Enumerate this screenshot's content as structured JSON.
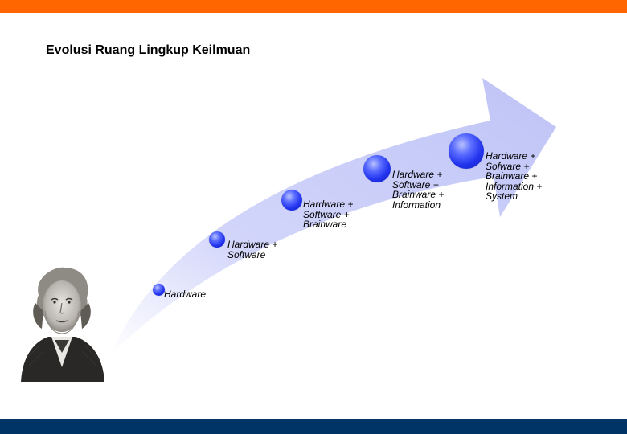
{
  "slide": {
    "title": "Evolusi Ruang Lingkup Keilmuan",
    "colors": {
      "top_bar": "#ff6600",
      "bottom_bar": "#003366",
      "arrow_fill": "#c8ccf8",
      "orb": "#2a3cf0"
    },
    "portrait_icon": "engraved-portrait-of-man",
    "stages": [
      {
        "label": "Hardware"
      },
      {
        "label": "Hardware +\nSoftware"
      },
      {
        "label": "Hardware +\nSoftware +\nBrainware"
      },
      {
        "label": "Hardware +\nSoftware +\nBrainware +\nInformation"
      },
      {
        "label": "Hardware +\nSofware +\nBrainware +\nInformation +\nSystem"
      }
    ]
  }
}
